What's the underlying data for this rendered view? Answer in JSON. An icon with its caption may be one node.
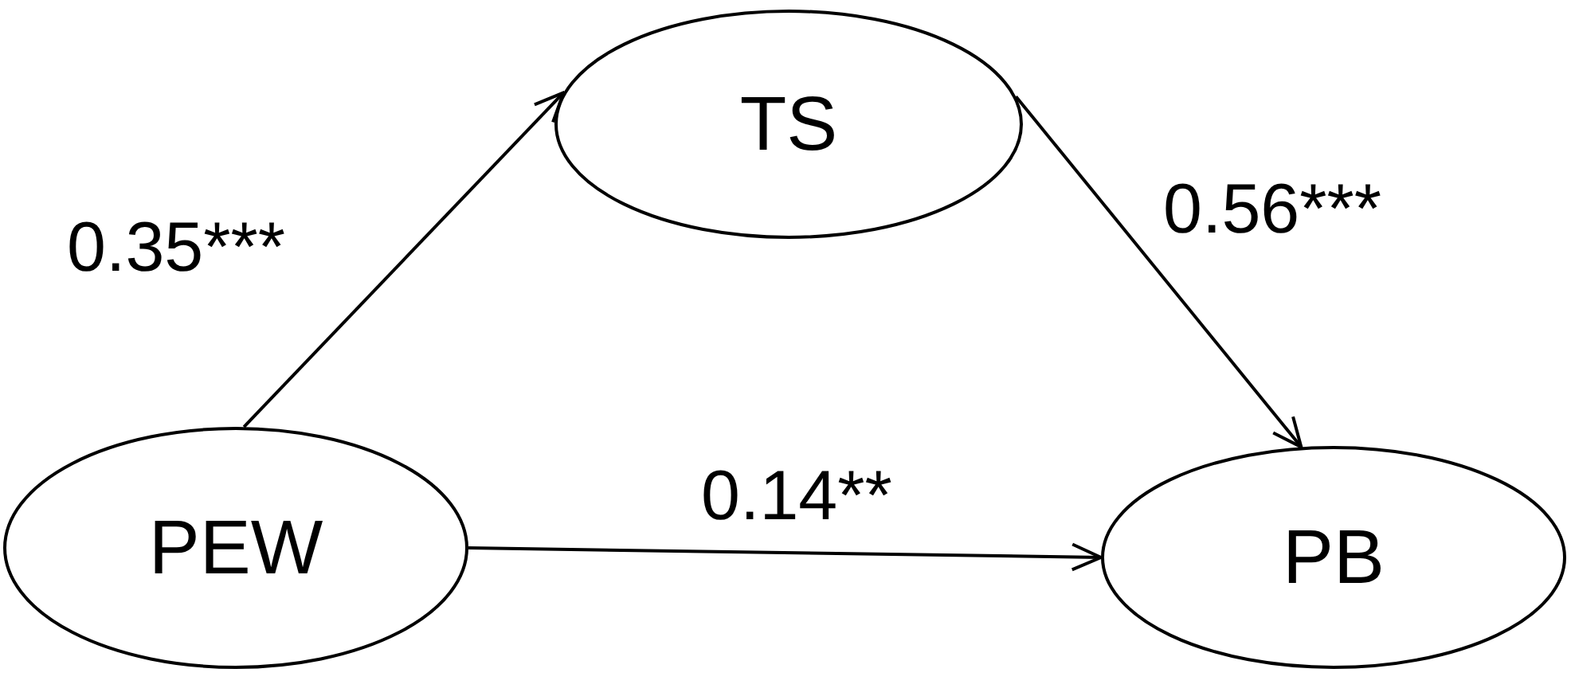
{
  "diagram": {
    "nodes": [
      {
        "text": [
          "TS"
        ]
      },
      {
        "text": [
          "PEW"
        ]
      },
      {
        "text": [
          "PB"
        ]
      }
    ],
    "edges": [
      {
        "from": 1,
        "to": 0,
        "arrow": "to",
        "label": "0.35***"
      },
      {
        "from": 0,
        "to": 2,
        "arrow": "to",
        "label": "0.56***"
      },
      {
        "from": 1,
        "to": 2,
        "arrow": "to",
        "label": "0.14**"
      }
    ]
  }
}
